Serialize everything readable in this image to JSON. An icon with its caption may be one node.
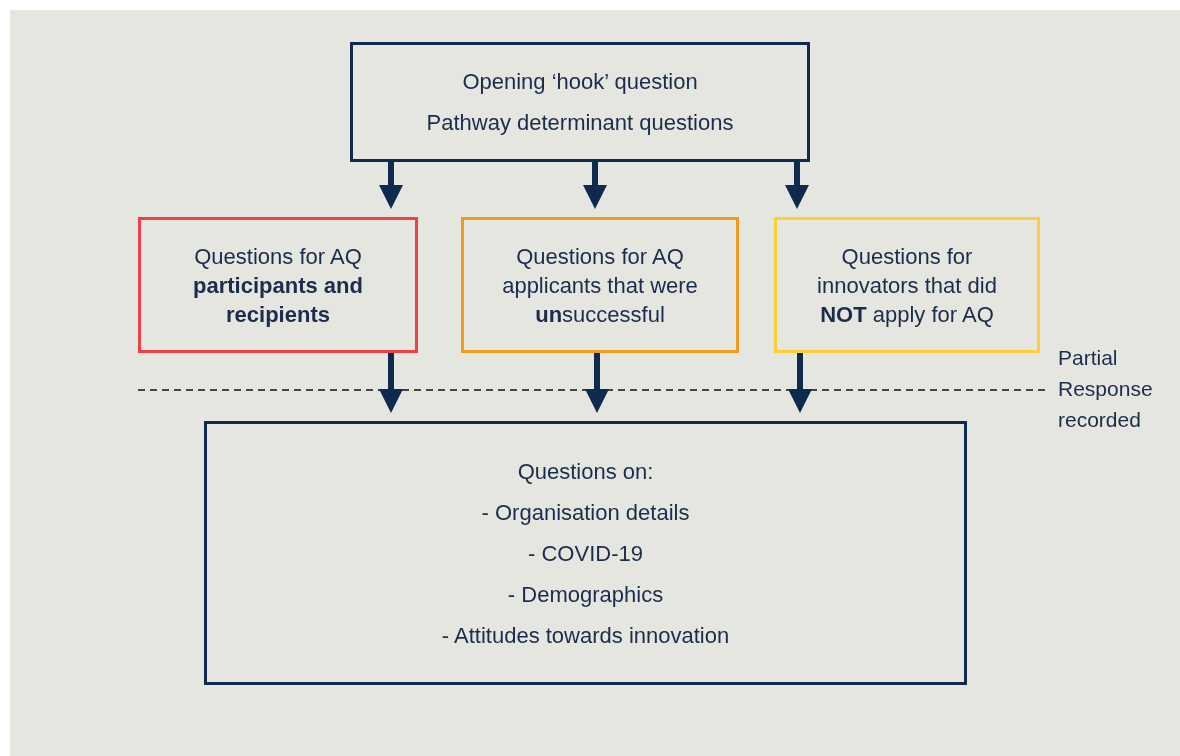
{
  "diagram": {
    "nodes": [
      {
        "text": [
          "Opening ‘hook’ question",
          "Pathway determinant questions"
        ]
      },
      {
        "text": [
          "Questions for AQ **participants and recipients**"
        ]
      },
      {
        "text": [
          "Questions for AQ applicants that were **un**successful"
        ]
      },
      {
        "text": [
          "Questions for innovators that did **NOT** apply for AQ"
        ]
      },
      {
        "text": [
          "Questions on:",
          "- Organisation details",
          "- COVID-19",
          "- Demographics",
          "- Attitudes towards innovation"
        ]
      }
    ],
    "edges": [
      {
        "from": 0,
        "to": 1,
        "arrow": "to"
      },
      {
        "from": 0,
        "to": 2,
        "arrow": "to"
      },
      {
        "from": 0,
        "to": 3,
        "arrow": "to"
      },
      {
        "from": 1,
        "to": 4,
        "arrow": "to"
      },
      {
        "from": 2,
        "to": 4,
        "arrow": "to"
      },
      {
        "from": 3,
        "to": 4,
        "arrow": "to"
      }
    ],
    "labels": [
      "Partial Response recorded"
    ]
  }
}
